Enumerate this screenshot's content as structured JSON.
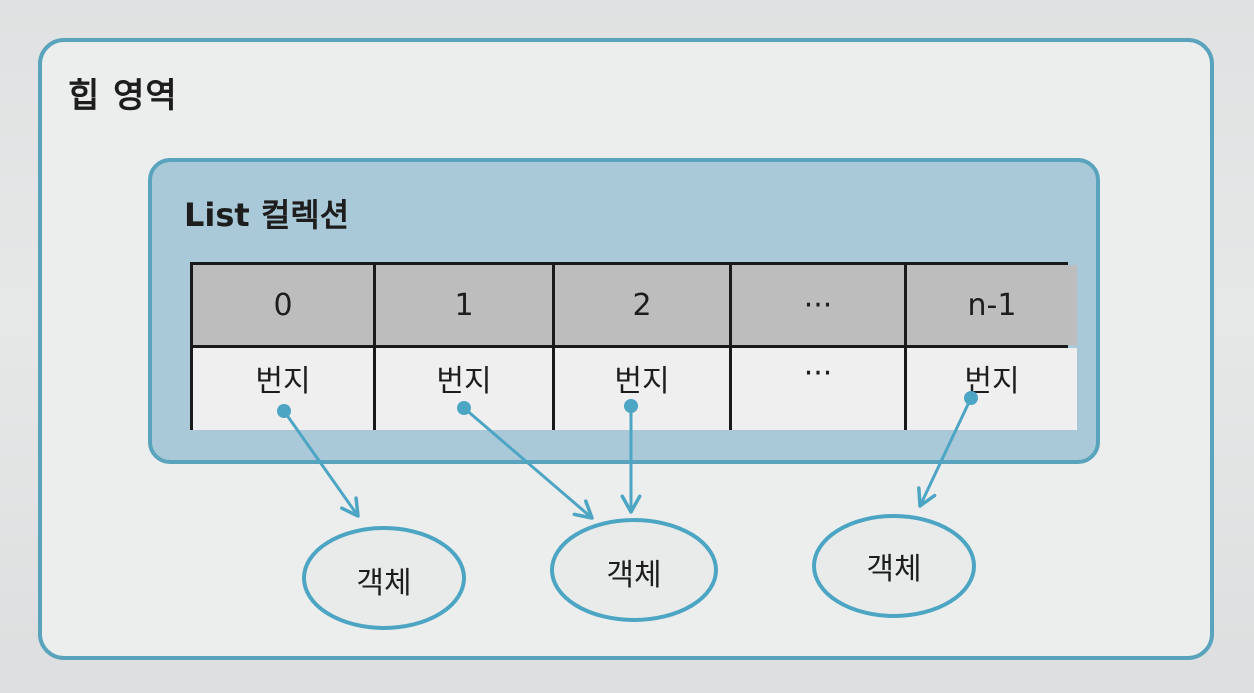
{
  "heap": {
    "title": "힙 영역"
  },
  "list": {
    "title": "List 컬렉션",
    "indices": [
      "0",
      "1",
      "2",
      "···",
      "n-1"
    ],
    "addresses": [
      "번지",
      "번지",
      "번지",
      "···",
      "번지"
    ]
  },
  "objects": [
    "객체",
    "객체",
    "객체"
  ],
  "colors": {
    "border": "#5aa3bd",
    "list_fill": "#a9c9d8",
    "index_fill": "#bdbdbd",
    "arrow": "#4da5c4"
  }
}
